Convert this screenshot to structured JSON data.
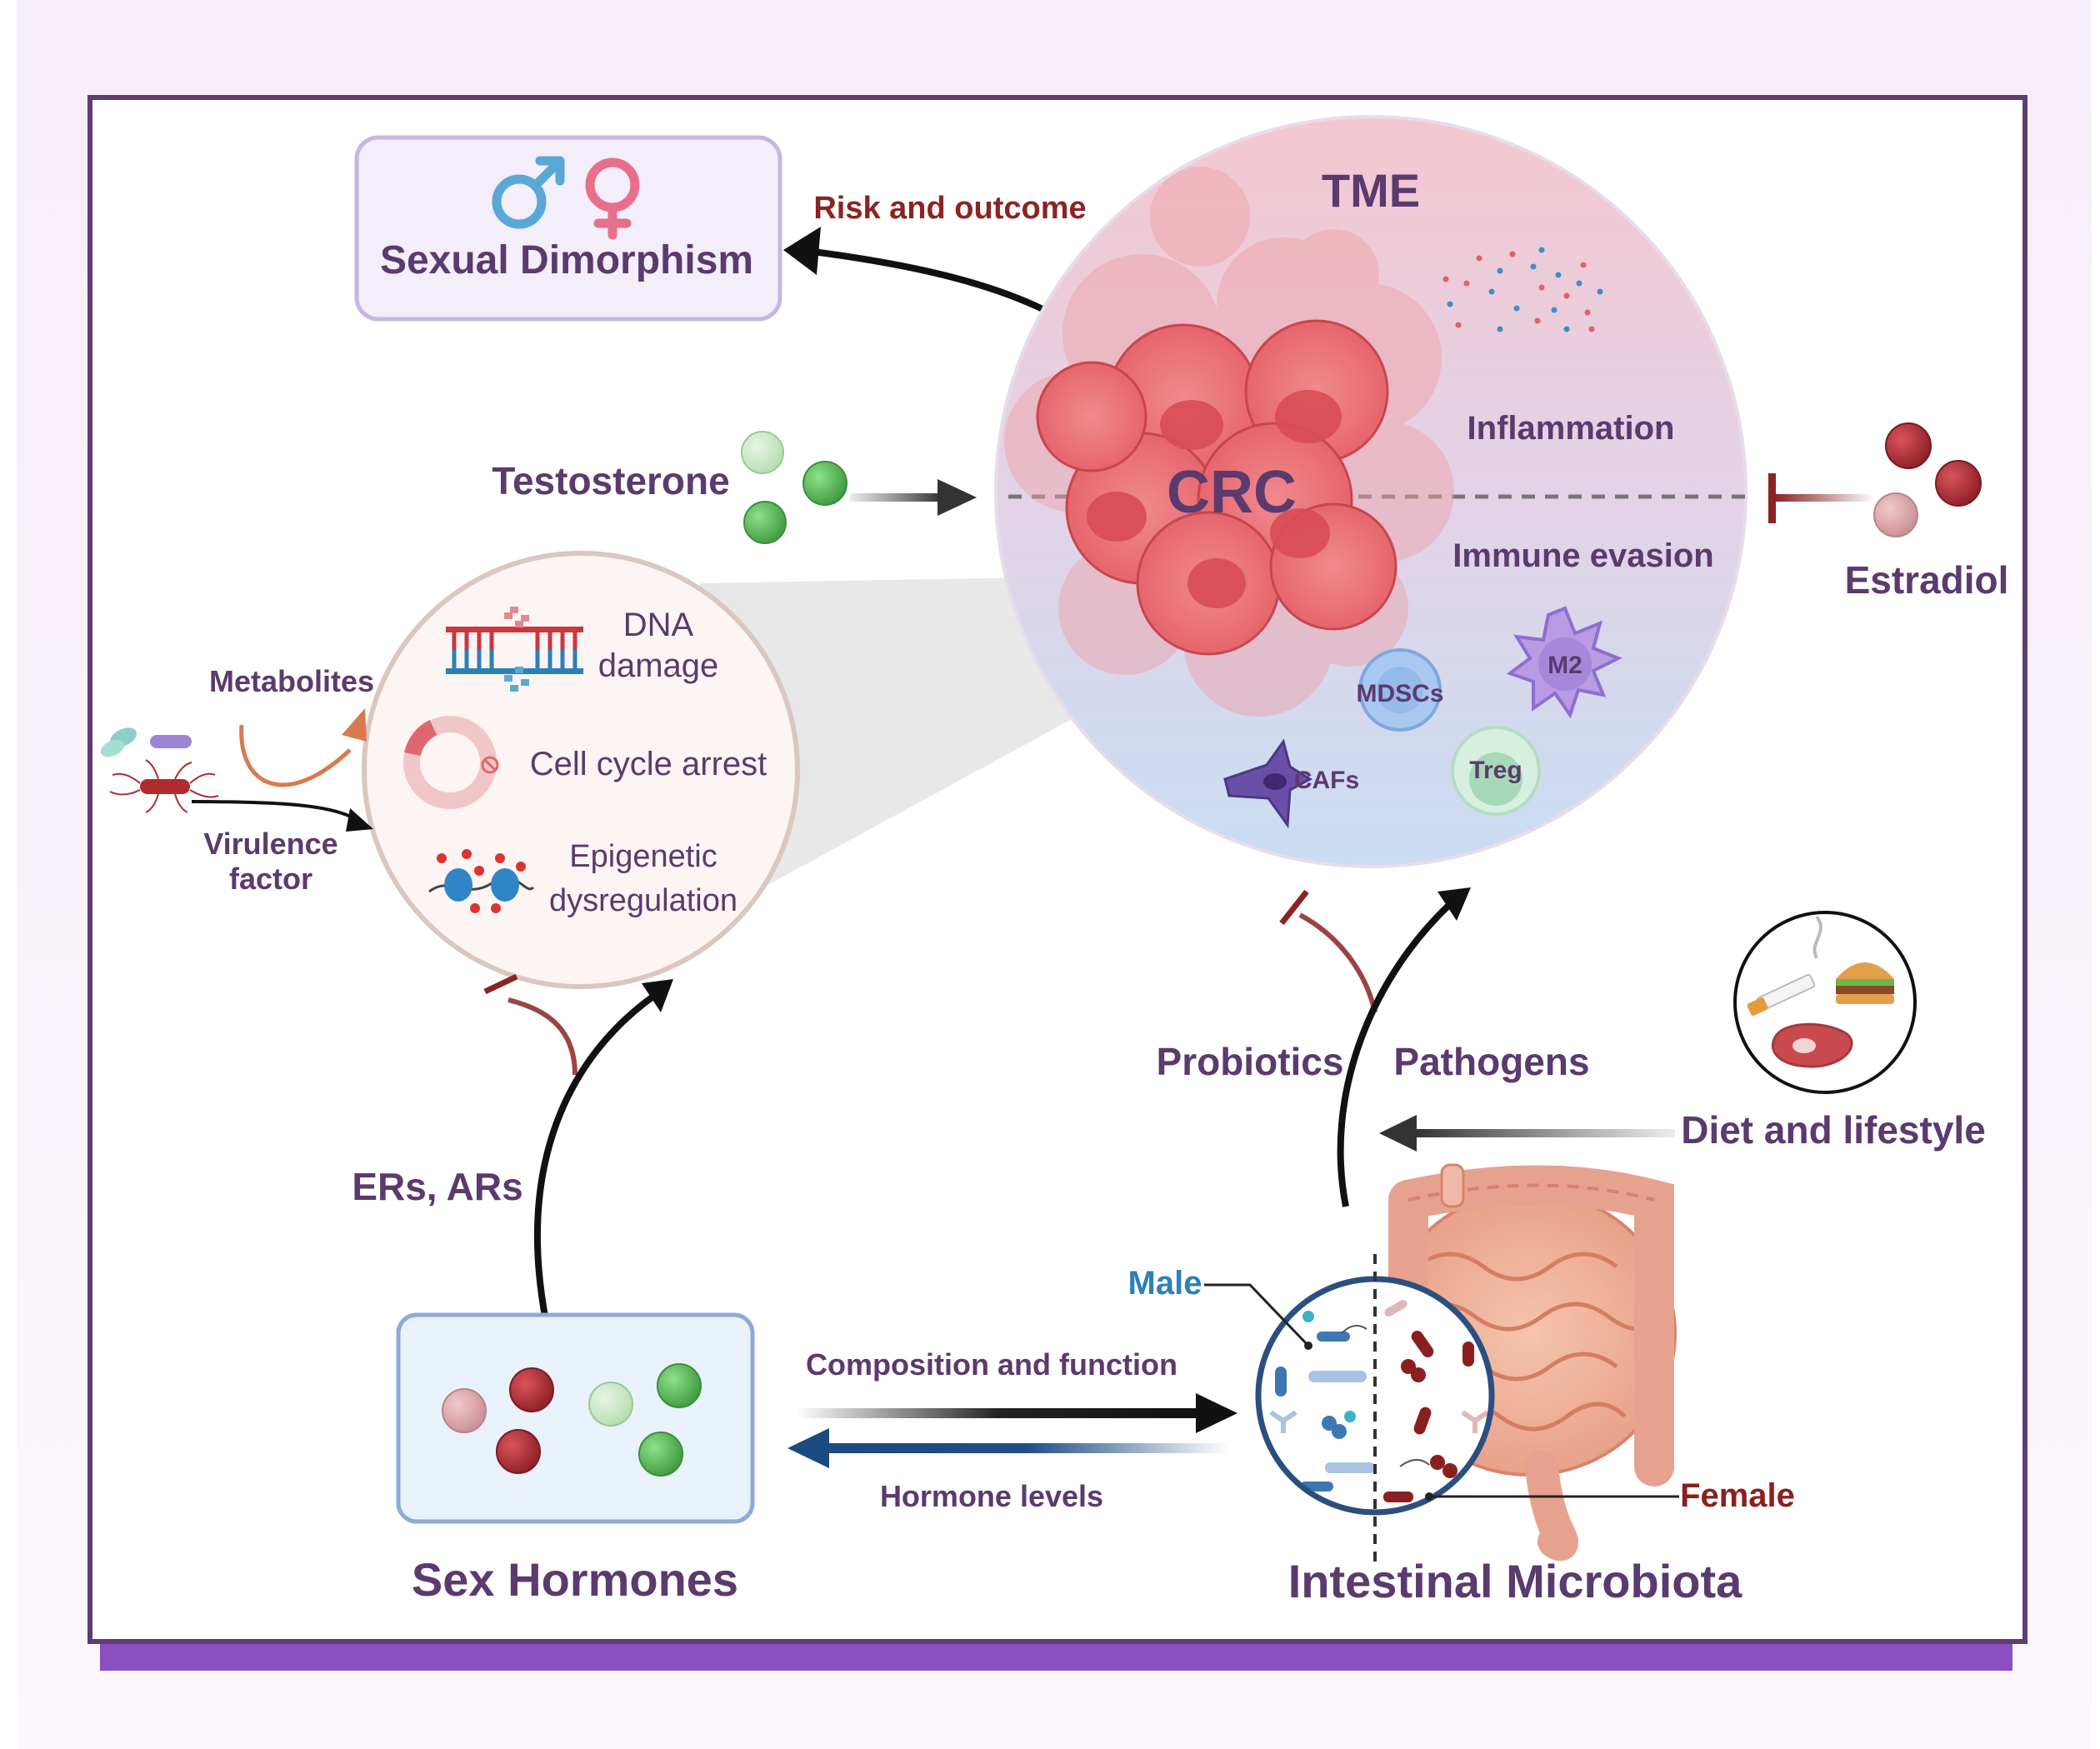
{
  "colors": {
    "frame": "#5e3c74",
    "accent_bar": "#8a4fc0",
    "text_purple": "#5b3a6e",
    "text_dark_red": "#8b2323",
    "male_blue": "#2f7fb8",
    "female_red": "#8b1f1f",
    "hormone_red": "#a02a33",
    "hormone_green": "#5cb85c"
  },
  "labels": {
    "sexual_dimorphism": "Sexual Dimorphism",
    "risk_and_outcome": "Risk and outcome",
    "tme": "TME",
    "crc": "CRC",
    "inflammation": "Inflammation",
    "immune_evasion": "Immune evasion",
    "testosterone": "Testosterone",
    "estradiol": "Estradiol",
    "mdscs": "MDSCs",
    "m2": "M2",
    "cafs": "CAFs",
    "treg": "Treg",
    "dna_line1": "DNA",
    "dna_line2": "damage",
    "cell_cycle_arrest": "Cell cycle arrest",
    "epigenetic_line1": "Epigenetic",
    "epigenetic_line2": "dysregulation",
    "metabolites": "Metabolites",
    "virulence_line1": "Virulence",
    "virulence_line2": "factor",
    "ers_ars": "ERs, ARs",
    "probiotics": "Probiotics",
    "pathogens": "Pathogens",
    "diet_and_lifestyle": "Diet and lifestyle",
    "composition_and_function": "Composition and function",
    "hormone_levels": "Hormone levels",
    "sex_hormones": "Sex Hormones",
    "intestinal_microbiota": "Intestinal Microbiota",
    "male": "Male",
    "female": "Female"
  },
  "icons": {
    "male_symbol": "male-symbol-icon",
    "female_symbol": "female-symbol-icon",
    "cigarette": "cigarette-icon",
    "burger": "burger-icon",
    "steak": "steak-icon"
  }
}
